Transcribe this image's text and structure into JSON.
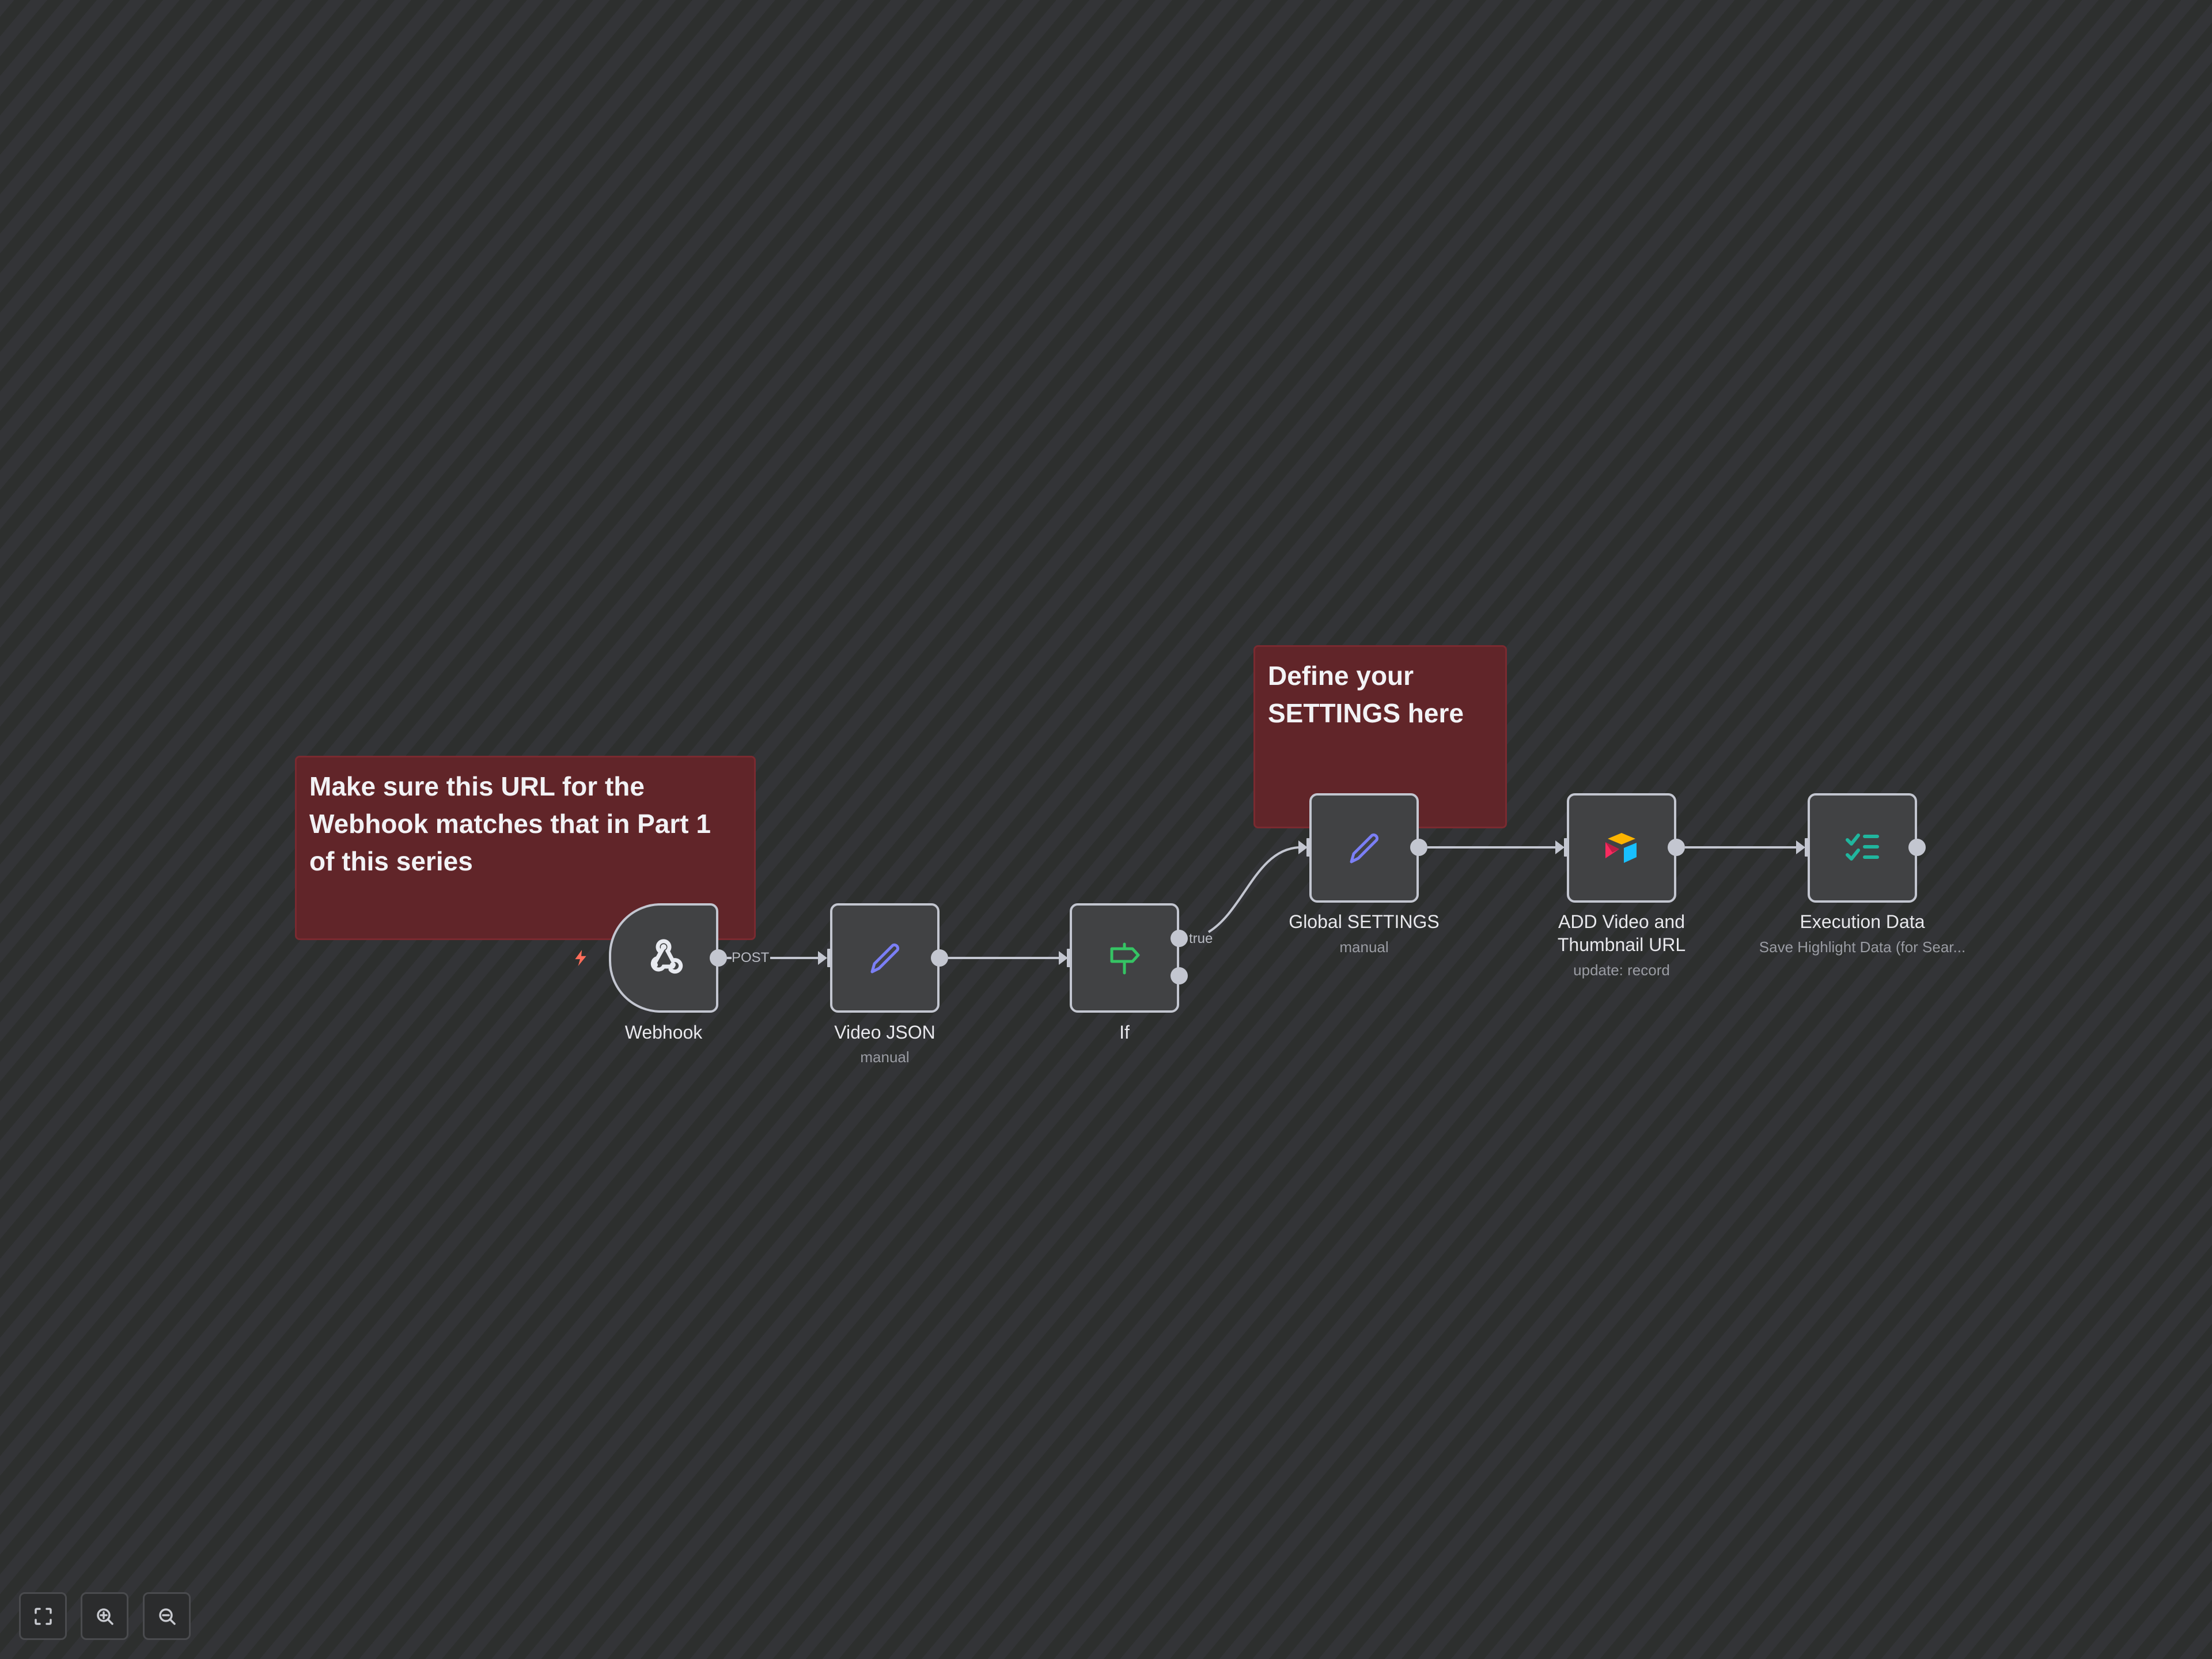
{
  "canvas": {
    "background_colors": [
      "#2d2f2e",
      "#333437"
    ]
  },
  "sticky_notes": [
    {
      "text": "Make sure this URL for the Webhook matches that in Part 1 of this series",
      "color": "#612529"
    },
    {
      "text": "Define your SETTINGS here",
      "color": "#612529"
    }
  ],
  "nodes": {
    "webhook": {
      "name": "Webhook",
      "subtitle": "",
      "icon": "webhook-icon",
      "trigger_badge": "lightning-icon",
      "trigger_color": "#ff6d5a"
    },
    "video_json": {
      "name": "Video JSON",
      "subtitle": "manual",
      "icon": "pencil-icon",
      "icon_color": "#7b7ff5"
    },
    "if": {
      "name": "If",
      "subtitle": "",
      "icon": "signpost-icon",
      "icon_color": "#35c464"
    },
    "global_settings": {
      "name": "Global SETTINGS",
      "subtitle": "manual",
      "icon": "pencil-icon",
      "icon_color": "#7b7ff5"
    },
    "airtable": {
      "name": "ADD Video and Thumbnail URL",
      "name_line1": "ADD Video and",
      "name_line2": "Thumbnail URL",
      "subtitle": "update: record",
      "icon": "airtable-icon"
    },
    "execution_data": {
      "name": "Execution Data",
      "subtitle": "Save Highlight Data (for Sear...",
      "icon": "checklist-icon",
      "icon_color": "#20b69e"
    }
  },
  "connections": [
    {
      "from": "Webhook",
      "to": "Video JSON",
      "label": "POST"
    },
    {
      "from": "Video JSON",
      "to": "If",
      "label": ""
    },
    {
      "from": "If",
      "to": "Global SETTINGS",
      "label": "true"
    },
    {
      "from": "Global SETTINGS",
      "to": "ADD Video and Thumbnail URL",
      "label": ""
    },
    {
      "from": "ADD Video and Thumbnail URL",
      "to": "Execution Data",
      "label": ""
    }
  ],
  "edge_labels": {
    "post": "POST",
    "true": "true"
  },
  "controls": {
    "fit_view": "fit-view-icon",
    "zoom_in": "zoom-in-icon",
    "zoom_out": "zoom-out-icon"
  }
}
